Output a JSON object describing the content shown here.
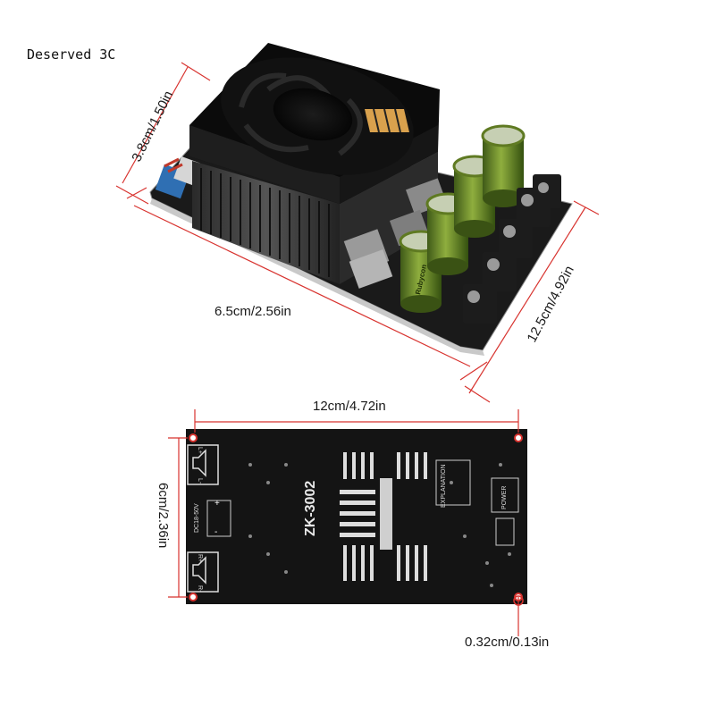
{
  "brand": {
    "label": "Deserved 3C"
  },
  "dimensions": {
    "height_top": "3.8cm/1.50in",
    "depth_top": "6.5cm/2.56in",
    "length_top": "12.5cm/4.92in",
    "width_bottom": "12cm/4.72in",
    "height_bottom": "6cm/2.36in",
    "hole_diameter": "0.32cm/0.13in"
  },
  "board": {
    "model": "ZK-3002",
    "capacitor_brand": "Rubycon",
    "pcb_labels": [
      "EXPLANATION",
      "POWER",
      "DC18-50V",
      "+",
      "-",
      "L+",
      "L-",
      "R+",
      "R-"
    ]
  },
  "colors": {
    "dimension_line": "#d8332f",
    "pcb": "#141414",
    "capacitor": "#6b8b2b"
  }
}
